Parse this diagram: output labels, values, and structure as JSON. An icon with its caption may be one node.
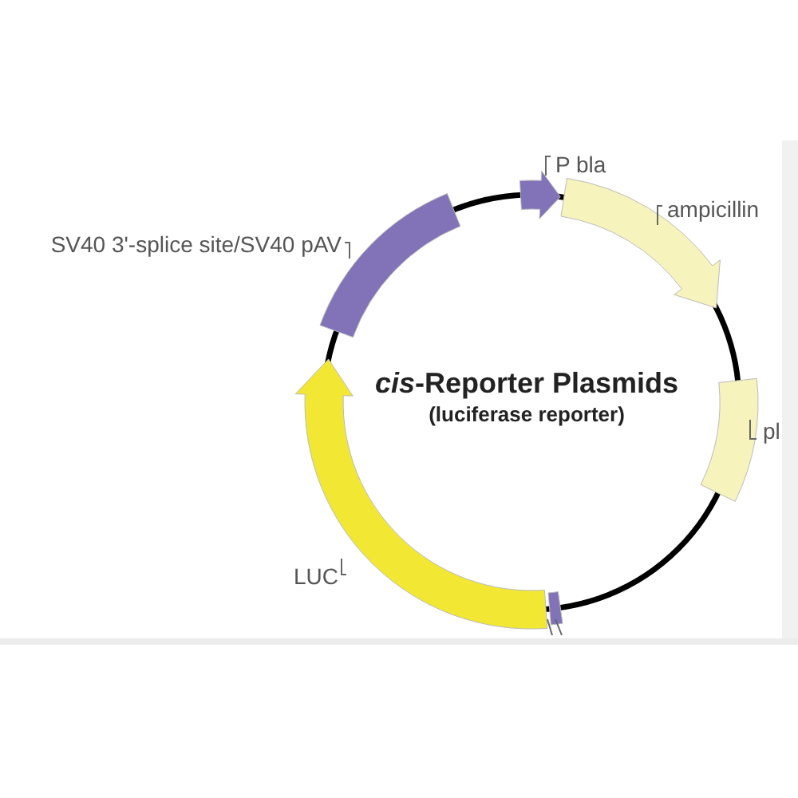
{
  "diagram": {
    "title": "*cis*-Reporter Plasmids",
    "nodes": [
      {
        "text": [],
        "shape": "arrow",
        "beside": [
          "P bla"
        ]
      },
      {
        "text": [],
        "shape": "arrow",
        "beside": [
          "ampicillin"
        ]
      },
      {
        "text": [],
        "shape": "box",
        "beside": [
          "pl"
        ]
      },
      {
        "text": [],
        "shape": "box"
      },
      {
        "text": [],
        "shape": "arrow",
        "beside": [
          "LUC"
        ]
      },
      {
        "text": [],
        "shape": "box",
        "beside": [
          "SV40 3'-splice site/SV40 pAV"
        ]
      }
    ],
    "labels": [
      "(luciferase reporter)"
    ]
  }
}
